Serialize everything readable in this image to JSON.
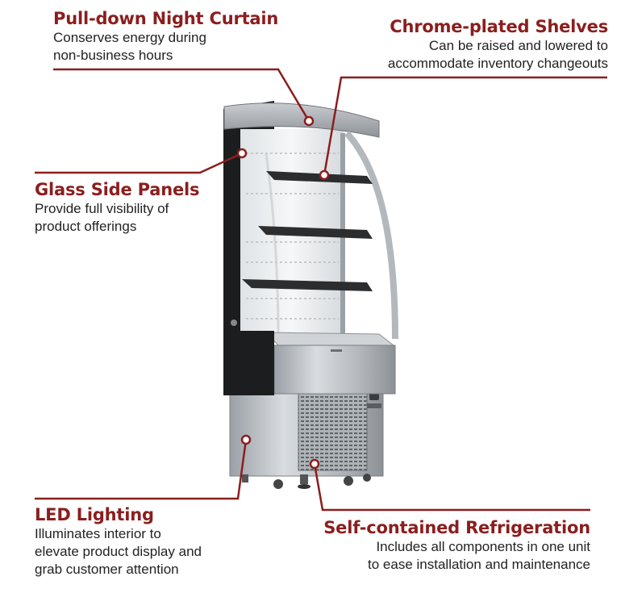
{
  "callouts": {
    "night_curtain": {
      "title": "Pull-down Night Curtain",
      "line1": "Conserves energy during",
      "line2": "non-business hours"
    },
    "shelves": {
      "title": "Chrome-plated Shelves",
      "line1": "Can be raised and lowered to",
      "line2": "accommodate inventory changeouts"
    },
    "glass_panels": {
      "title": "Glass Side Panels",
      "line1": "Provide full visibility of",
      "line2": "product offerings"
    },
    "led": {
      "title": "LED Lighting",
      "line1": "Illuminates interior to",
      "line2": "elevate product display and",
      "line3": "grab customer attention"
    },
    "refrigeration": {
      "title": "Self-contained Refrigeration",
      "line1": "Includes all components in one unit",
      "line2": "to ease installation and maintenance"
    }
  },
  "colors": {
    "accent": "#8b1e1e",
    "text": "#222222"
  }
}
